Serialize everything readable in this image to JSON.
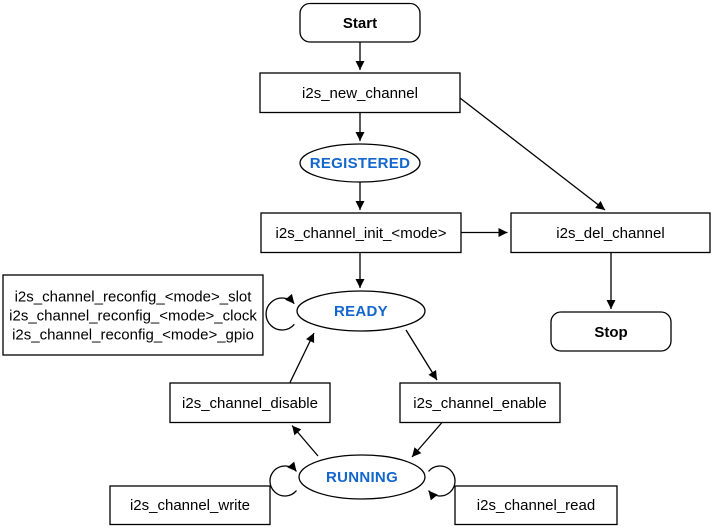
{
  "diagram": {
    "colors": {
      "state_text": "#1366CC",
      "node_border": "#000000",
      "background": "#ffffff",
      "edge": "#000000"
    },
    "nodes": {
      "start": {
        "label": "Start",
        "shape": "rounded-rect"
      },
      "new_channel": {
        "label": "i2s_new_channel",
        "shape": "rect"
      },
      "registered": {
        "label": "REGISTERED",
        "shape": "ellipse"
      },
      "init": {
        "label": "i2s_channel_init_<mode>",
        "shape": "rect"
      },
      "del_channel": {
        "label": "i2s_del_channel",
        "shape": "rect"
      },
      "stop": {
        "label": "Stop",
        "shape": "rounded-rect"
      },
      "ready": {
        "label": "READY",
        "shape": "ellipse"
      },
      "reconfig": {
        "shape": "rect",
        "lines": [
          "i2s_channel_reconfig_<mode>_slot",
          "i2s_channel_reconfig_<mode>_clock",
          "i2s_channel_reconfig_<mode>_gpio"
        ]
      },
      "disable": {
        "label": "i2s_channel_disable",
        "shape": "rect"
      },
      "enable": {
        "label": "i2s_channel_enable",
        "shape": "rect"
      },
      "running": {
        "label": "RUNNING",
        "shape": "ellipse"
      },
      "write": {
        "label": "i2s_channel_write",
        "shape": "rect"
      },
      "read": {
        "label": "i2s_channel_read",
        "shape": "rect"
      }
    },
    "edges": [
      "start->new_channel",
      "new_channel->registered",
      "registered->init",
      "init->ready",
      "init->del_channel",
      "new_channel->del_channel",
      "del_channel->stop",
      "disable->ready",
      "ready->enable",
      "running->disable",
      "enable->running",
      "ready->ready (self loop)",
      "running->running (self loop left)",
      "running->running (self loop right)"
    ]
  }
}
